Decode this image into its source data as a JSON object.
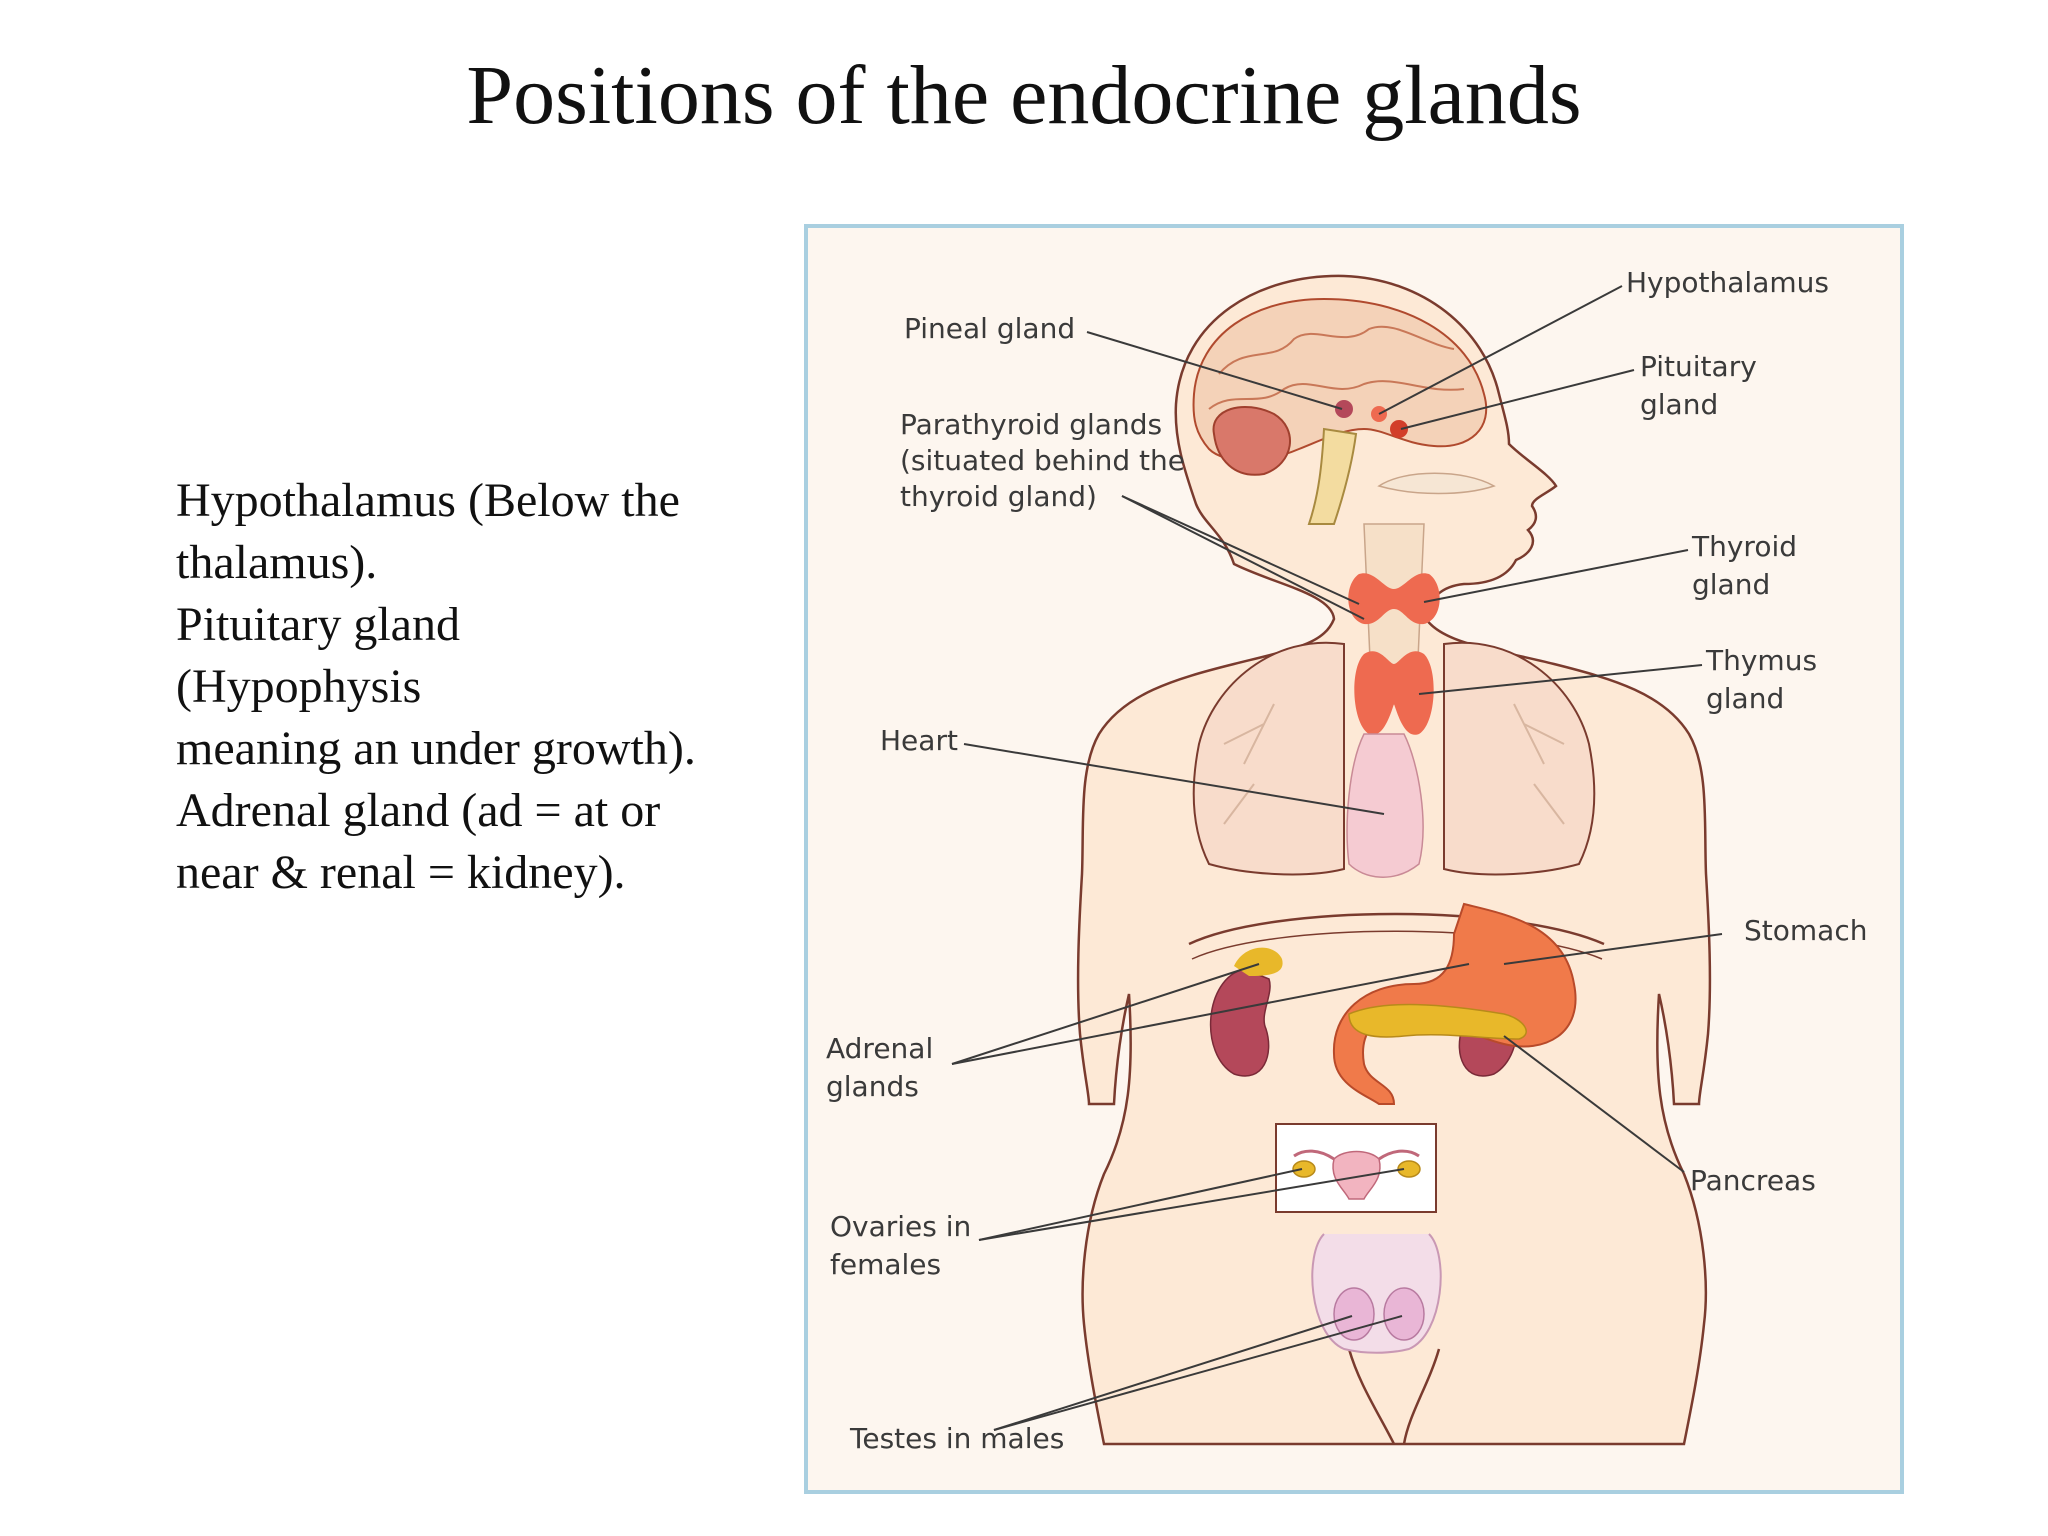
{
  "title": "Positions of the endocrine glands",
  "notes": [
    "Hypothalamus (Below the",
    "thalamus).",
    "Pituitary gland",
    "(Hypophysis",
    "meaning an under growth).",
    "Adrenal gland (ad = at or",
    "near & renal = kidney)."
  ],
  "figure": {
    "labels": {
      "hypothalamus": "Hypothalamus",
      "pineal": "Pineal gland",
      "pituitary_1": "Pituitary",
      "pituitary_2": "gland",
      "parathyroid_1": "Parathyroid glands",
      "parathyroid_2": "(situated behind the",
      "parathyroid_3": "thyroid gland)",
      "thyroid_1": "Thyroid",
      "thyroid_2": "gland",
      "thymus_1": "Thymus",
      "thymus_2": "gland",
      "heart": "Heart",
      "stomach": "Stomach",
      "adrenal_1": "Adrenal",
      "adrenal_2": "glands",
      "pancreas": "Pancreas",
      "ovaries_1": "Ovaries in",
      "ovaries_2": "females",
      "testes": "Testes in males"
    },
    "colors": {
      "frame": "#a9cfe0",
      "background": "#fdf6ef",
      "body_fill": "#fde9d6",
      "outline": "#7a3b2e",
      "gland": "#ee6a50",
      "kidney": "#b4485a",
      "adrenal": "#e8b82a",
      "stomach": "#f07a4a",
      "brain": "#f4d2b8",
      "lung": "#f8dccb",
      "testes": "#e9b6d6"
    }
  }
}
